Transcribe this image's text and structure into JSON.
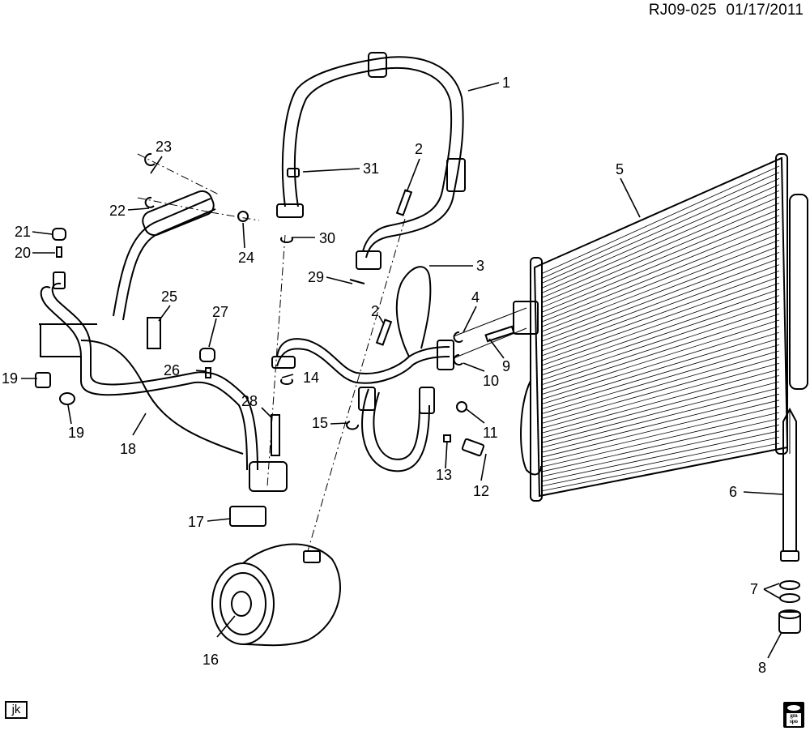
{
  "header": {
    "code": "RJ09-025",
    "date": "01/17/2011"
  },
  "footer": {
    "left_tag": "jk",
    "logo_top": "gm",
    "logo_bottom": "spo"
  },
  "callouts": [
    {
      "id": "c1",
      "label": "1"
    },
    {
      "id": "c2a",
      "label": "2"
    },
    {
      "id": "c2b",
      "label": "2"
    },
    {
      "id": "c3",
      "label": "3"
    },
    {
      "id": "c4",
      "label": "4"
    },
    {
      "id": "c5",
      "label": "5"
    },
    {
      "id": "c6",
      "label": "6"
    },
    {
      "id": "c7",
      "label": "7"
    },
    {
      "id": "c8",
      "label": "8"
    },
    {
      "id": "c9",
      "label": "9"
    },
    {
      "id": "c10",
      "label": "10"
    },
    {
      "id": "c11",
      "label": "11"
    },
    {
      "id": "c12",
      "label": "12"
    },
    {
      "id": "c13",
      "label": "13"
    },
    {
      "id": "c14",
      "label": "14"
    },
    {
      "id": "c15",
      "label": "15"
    },
    {
      "id": "c16",
      "label": "16"
    },
    {
      "id": "c17",
      "label": "17"
    },
    {
      "id": "c18",
      "label": "18"
    },
    {
      "id": "c19a",
      "label": "19"
    },
    {
      "id": "c19b",
      "label": "19"
    },
    {
      "id": "c20",
      "label": "20"
    },
    {
      "id": "c21",
      "label": "21"
    },
    {
      "id": "c22",
      "label": "22"
    },
    {
      "id": "c23",
      "label": "23"
    },
    {
      "id": "c24",
      "label": "24"
    },
    {
      "id": "c25",
      "label": "25"
    },
    {
      "id": "c26",
      "label": "26"
    },
    {
      "id": "c27",
      "label": "27"
    },
    {
      "id": "c28",
      "label": "28"
    },
    {
      "id": "c29",
      "label": "29"
    },
    {
      "id": "c30",
      "label": "30"
    },
    {
      "id": "c31",
      "label": "31"
    }
  ]
}
